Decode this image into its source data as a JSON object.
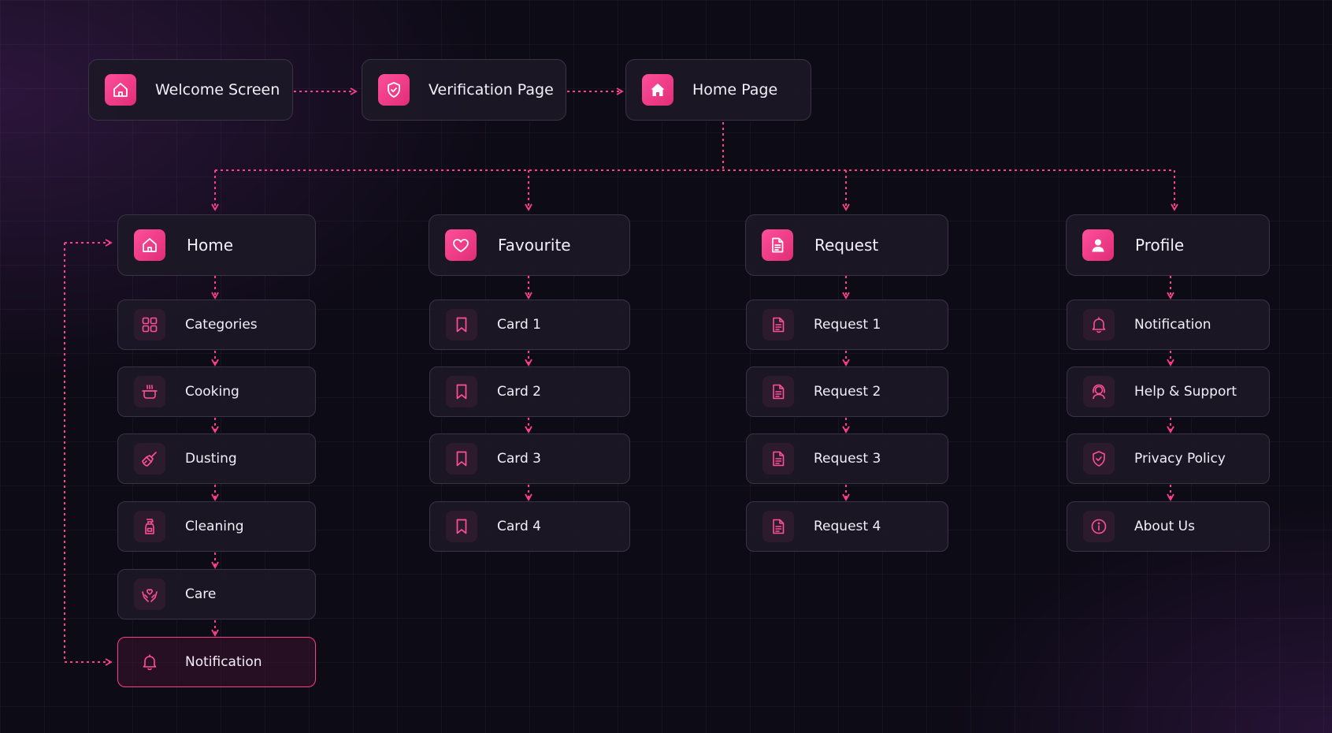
{
  "flow": {
    "welcome": "Welcome Screen",
    "verification": "Verification Page",
    "home_page": "Home Page"
  },
  "columns": [
    {
      "title": "Home",
      "icon": "home-icon",
      "items": [
        {
          "label": "Categories",
          "icon": "grid-icon"
        },
        {
          "label": "Cooking",
          "icon": "cooking-pot-icon"
        },
        {
          "label": "Dusting",
          "icon": "duster-icon"
        },
        {
          "label": "Cleaning",
          "icon": "spray-bottle-icon"
        },
        {
          "label": "Care",
          "icon": "heart-hands-icon"
        },
        {
          "label": "Notification",
          "icon": "bell-icon"
        }
      ]
    },
    {
      "title": "Favourite",
      "icon": "heart-icon",
      "items": [
        {
          "label": "Card 1",
          "icon": "bookmark-icon"
        },
        {
          "label": "Card 2",
          "icon": "bookmark-icon"
        },
        {
          "label": "Card 3",
          "icon": "bookmark-icon"
        },
        {
          "label": "Card 4",
          "icon": "bookmark-icon"
        }
      ]
    },
    {
      "title": "Request",
      "icon": "document-icon",
      "items": [
        {
          "label": "Request 1",
          "icon": "document-icon"
        },
        {
          "label": "Request 2",
          "icon": "document-icon"
        },
        {
          "label": "Request 3",
          "icon": "document-icon"
        },
        {
          "label": "Request 4",
          "icon": "document-icon"
        }
      ]
    },
    {
      "title": "Profile",
      "icon": "user-icon",
      "items": [
        {
          "label": "Notification",
          "icon": "bell-icon"
        },
        {
          "label": "Help & Support",
          "icon": "headset-icon"
        },
        {
          "label": "Privacy Policy",
          "icon": "shield-check-icon"
        },
        {
          "label": "About Us",
          "icon": "info-icon"
        }
      ]
    }
  ],
  "colors": {
    "accent": "#ff3d8c",
    "node_bg": "#1c1826",
    "node_border": "#3a3346",
    "background": "#0d0b16"
  }
}
